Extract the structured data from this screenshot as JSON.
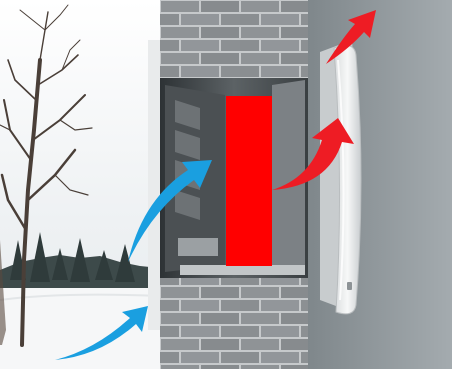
{
  "scene": {
    "panels": [
      "outdoor-winter-view",
      "brick-wall-section",
      "interior-wall"
    ],
    "device": "wall-ventilation-unit-with-heat-exchanger",
    "colors": {
      "cold_air": "#1a9fe0",
      "warm_air": "#ee1c24",
      "heat_exchanger": "#ff0000",
      "brick": "#8e9295",
      "mortar": "#c9cbcc",
      "interior_wall": "#9aa2a6",
      "sky": "#eef1f3",
      "snow": "#f6f7f8",
      "grille": "#eef0f1"
    },
    "flows": [
      {
        "name": "fresh-air-in",
        "color": "cold_air"
      },
      {
        "name": "fresh-air-through",
        "color": "cold_air"
      },
      {
        "name": "warm-air-into-room",
        "color": "warm_air"
      },
      {
        "name": "warm-air-up",
        "color": "warm_air"
      }
    ]
  }
}
